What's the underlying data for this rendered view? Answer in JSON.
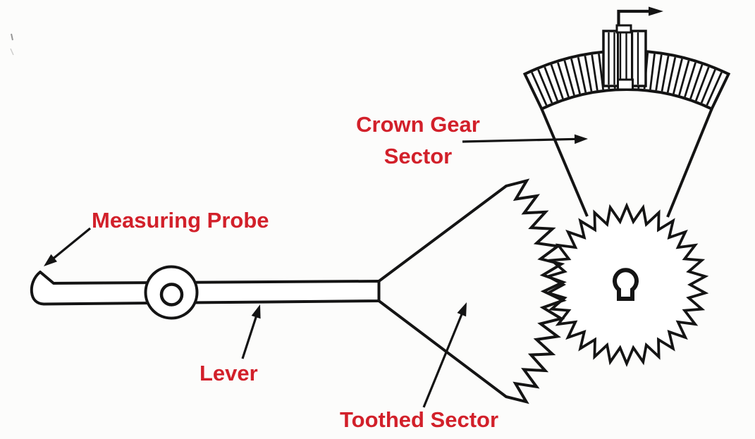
{
  "canvas": {
    "background": "#fcfcfb",
    "ink": "#141414",
    "label_color": "#d2202a"
  },
  "labels": {
    "measuring_probe": {
      "text": "Measuring Probe"
    },
    "lever": {
      "text": "Lever"
    },
    "toothed_sector": {
      "text": "Toothed Sector"
    },
    "crown_gear_sector": {
      "line1": "Crown Gear",
      "line2": "Sector"
    }
  },
  "parts": {
    "crown_gear_sector": "crown gear sector with radial teeth",
    "pinion": "pinion block meshing with crown sector",
    "rotation_arrow": "pointer rotation arrow",
    "gear": "gear wheel with keyway bore",
    "toothed_sector": "toothed sector driven by lever",
    "lever": "lever arm with pivot",
    "measuring_probe": "hooked measuring probe tip"
  }
}
